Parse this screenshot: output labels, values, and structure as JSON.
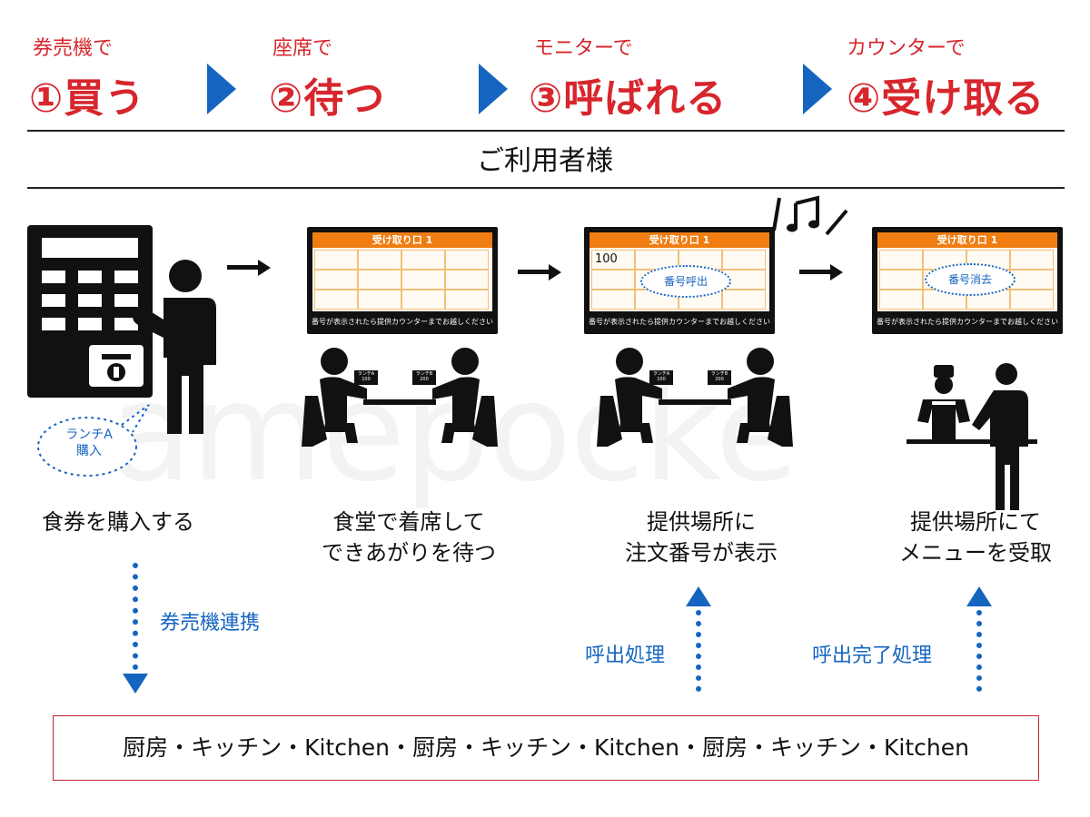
{
  "steps": [
    {
      "small": "券売機で",
      "big": "①買う"
    },
    {
      "small": "座席で",
      "big": "②待つ"
    },
    {
      "small": "モニターで",
      "big": "③呼ばれる"
    },
    {
      "small": "カウンターで",
      "big": "④受け取る"
    }
  ],
  "users_title": "ご利用者様",
  "monitor": {
    "header": "受け取り口 1",
    "footer": "番号が表示されたら提供カウンターまでお越しください"
  },
  "call_number": "100",
  "bubble_call": "番号呼出",
  "bubble_clear": "番号消去",
  "ticket_bubble": [
    "ランチA",
    "購入"
  ],
  "table_cards": [
    "ランチA\n100",
    "ランチB\n200"
  ],
  "captions": [
    [
      "食券を購入する"
    ],
    [
      "食堂で着席して",
      "できあがりを待つ"
    ],
    [
      "提供場所に",
      "注文番号が表示"
    ],
    [
      "提供場所にて",
      "メニューを受取"
    ]
  ],
  "links": {
    "ticket": "券売機連携",
    "call": "呼出処理",
    "complete": "呼出完了処理"
  },
  "kitchen": "厨房・キッチン・Kitchen・厨房・キッチン・Kitchen・厨房・キッチン・Kitchen",
  "watermark": "amepocke",
  "colors": {
    "red": "#d7262d",
    "blue": "#1565c0",
    "orange": "#f07d12"
  }
}
